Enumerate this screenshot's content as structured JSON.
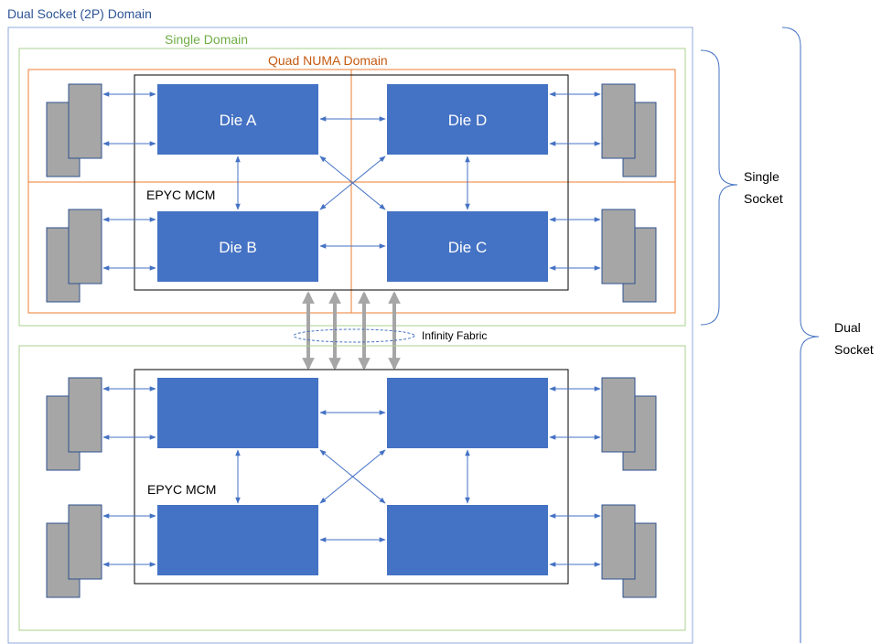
{
  "labels": {
    "dual_socket_domain": "Dual Socket (2P) Domain",
    "single_domain": "Single Domain",
    "quad_numa_domain": "Quad NUMA Domain",
    "top_mcm": "EPYC MCM",
    "bottom_mcm": "EPYC MCM",
    "infinity_fabric": "Infinity Fabric",
    "single_socket_line1": "Single",
    "single_socket_line2": "Socket",
    "dual_socket_line1": "Dual",
    "dual_socket_line2": "Socket"
  },
  "dies": {
    "a": "Die A",
    "b": "Die B",
    "c": "Die C",
    "d": "Die D"
  },
  "colors": {
    "dual_socket_text": "#2f5597",
    "single_domain_text": "#70ad47",
    "quad_numa_text": "#c55a11",
    "outer_border": "#8faadc",
    "single_border": "#a9d18e",
    "quad_border": "#ed7d31",
    "die_fill": "#4472c4",
    "die_text": "#ffffff",
    "memory_fill": "#a6a6a6",
    "memory_stroke": "#2f528f",
    "link_arrow": "#4472c4",
    "fabric_arrow": "#a6a6a6",
    "fabric_ellipse": "#4472c4",
    "brace": "#4472c4",
    "text": "#000000"
  }
}
